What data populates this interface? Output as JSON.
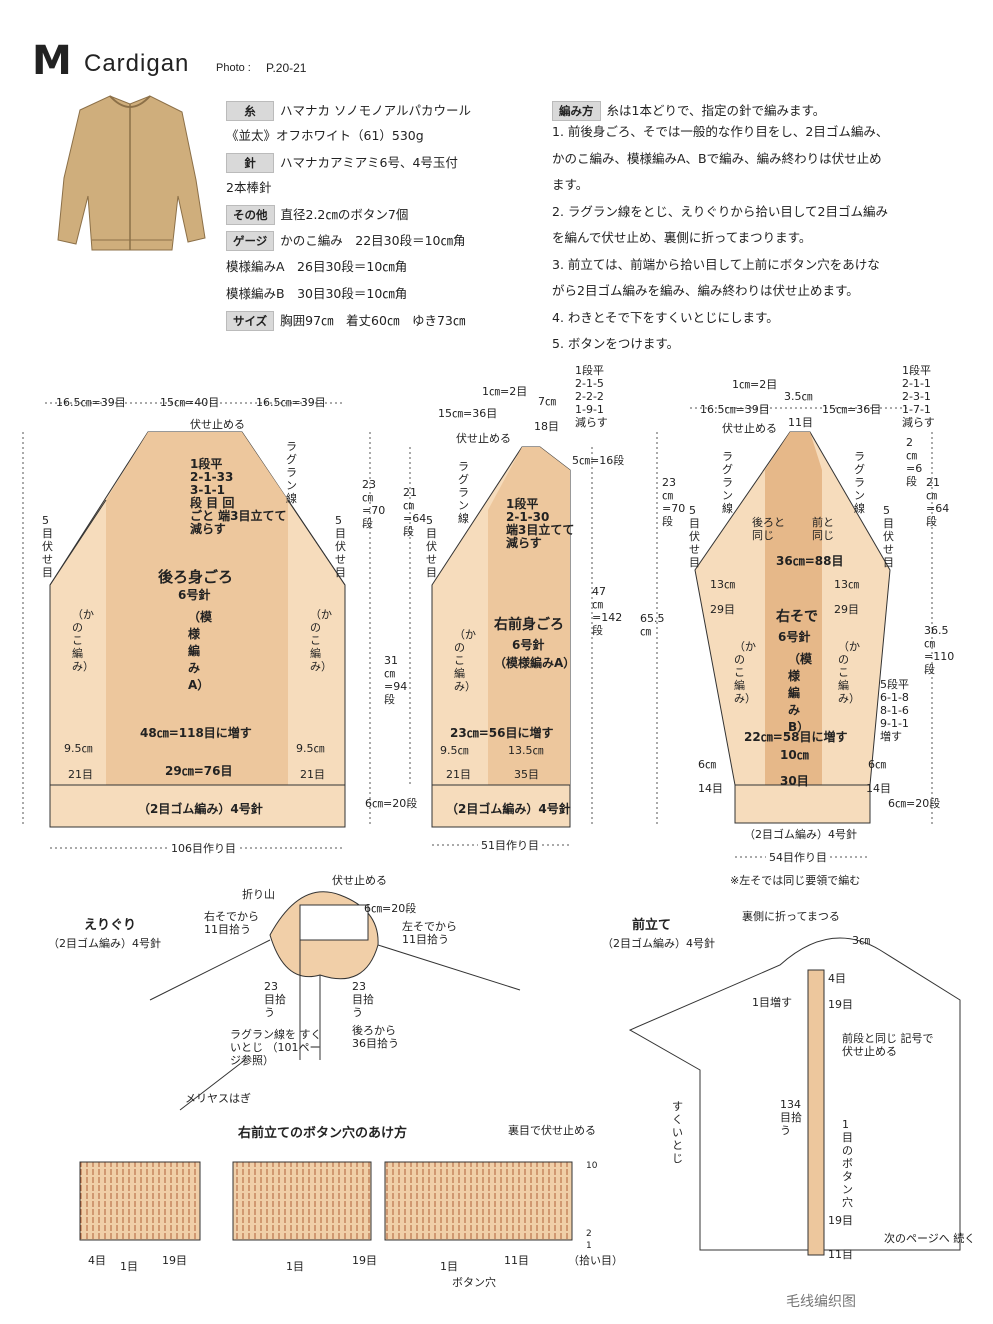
{
  "header": {
    "letter": "M",
    "name": "Cardigan",
    "photo_label": "Photo :",
    "photo_pages": "P.20-21"
  },
  "materials": {
    "yarn_tag": "糸",
    "yarn_line1": "ハマナカ ソノモノアルパカウール",
    "yarn_line2": "《並太》オフホワイト（61）530g",
    "needle_tag": "針",
    "needle_line1": "ハマナカアミアミ6号、4号玉付",
    "needle_line2": "2本棒針",
    "other_tag": "その他",
    "other_text": "直径2.2㎝のボタン7個",
    "gauge_tag": "ゲージ",
    "gauge_text": "かのこ編み　22目30段＝10㎝角",
    "gauge_a": "模様編みA　26目30段＝10㎝角",
    "gauge_b": "模様編みB　30目30段＝10㎝角",
    "size_tag": "サイズ",
    "size_text": "胸囲97㎝　着丈60㎝　ゆき73㎝"
  },
  "method": {
    "tag": "編み方",
    "intro": "糸は1本どりで、指定の針で編みます。",
    "lines": [
      "1. 前後身ごろ、そでは一般的な作り目をし、2目ゴム編み、",
      "かのこ編み、模様編みA、Bで編み、編み終わりは伏せ止め",
      "ます。",
      "2. ラグラン線をとじ、えりぐりから拾い目して2目ゴム編み",
      "を編んで伏せ止め、裏側に折ってまつります。",
      "3. 前立ては、前端から拾い目して上前にボタン穴をあけな",
      "がら2目ゴム編みを編み、編み終わりは伏せ止めます。",
      "4. わきとそで下をすくいとじにします。",
      "5. ボタンをつけます。"
    ]
  },
  "back": {
    "top_left": "16.5㎝=39目",
    "top_mid": "15㎝=40目",
    "top_right": "16.5㎝=39目",
    "bind_off": "伏せ止める",
    "raglan": "ラグラン線",
    "dec_lines": [
      "1段平",
      "2-1-33",
      "3-1-1",
      "段 目 回",
      "ごと 端3目立てて",
      "減らす"
    ],
    "left_side": "5目伏せ目",
    "right_side": "5目伏せ目",
    "name": "後ろ身ごろ",
    "needle": "6号針",
    "pattern": "（模様編みA）",
    "kanoko_left": "（かのこ編み）",
    "kanoko_right": "（かのこ編み）",
    "increase": "48㎝=118目に増す",
    "left_w1": "9.5㎝",
    "left_w2": "21目",
    "mid_w": "29㎝=76目",
    "right_w1": "9.5㎝",
    "right_w2": "21目",
    "rib": "（2目ゴム編み）4号針",
    "cast_on": "106目作り目",
    "h1": "23㎝=70段",
    "h2": "31㎝=94段",
    "h3": "6㎝=20段"
  },
  "front": {
    "top1": "1㎝=2目",
    "top2": "7㎝",
    "top3": "15㎝=36目",
    "top4": "18目",
    "dec_neck": [
      "1段平",
      "2-1-5",
      "2-2-2",
      "1-9-1",
      "減らす"
    ],
    "bind_off": "伏せ止める",
    "neck_h": "5㎝=16段",
    "raglan": "ラグラン線",
    "dec_lines": [
      "1段平",
      "2-1-30",
      "端3目立てて",
      "減らす"
    ],
    "side": "5目伏せ目",
    "name": "右前身ごろ",
    "needle": "6号針",
    "pattern": "（模様編みA）",
    "kanoko": "（かのこ編み）",
    "increase": "23㎝=56目に増す",
    "w1": "9.5㎝",
    "w2": "21目",
    "w3": "13.5㎝",
    "w4": "35目",
    "rib": "（2目ゴム編み）4号針",
    "cast_on": "51目作り目",
    "h1": "21㎝=64段",
    "h2": "47㎝=142段",
    "h3": "65.5㎝"
  },
  "sleeve": {
    "top1": "1㎝=2目",
    "top2": "3.5㎝",
    "top3": "16.5㎝=39目",
    "top4": "11目",
    "top5": "15㎝=36目",
    "dec_top": [
      "1段平",
      "2-1-1",
      "2-3-1",
      "1-7-1",
      "減らす"
    ],
    "bind_off": "伏せ止める",
    "raglan_l": "ラグラン線",
    "raglan_r": "ラグラン線",
    "back_same": "後ろと同じ",
    "front_same": "前と同じ",
    "side_l": "5目伏せ目",
    "side_r": "5目伏せ目",
    "upper": "36㎝=88目",
    "l_w1": "13㎝",
    "l_w2": "29目",
    "r_w1": "13㎝",
    "r_w2": "29目",
    "name": "右そで",
    "needle": "6号針",
    "pattern": "（模様編みB）",
    "kanoko_l": "（かのこ編み）",
    "kanoko_r": "（かのこ編み）",
    "inc": [
      "5段平",
      "6-1-8",
      "8-1-6",
      "9-1-1",
      "増す"
    ],
    "increase": "22㎝=58目に増す",
    "mid1": "10㎝",
    "mid2": "30目",
    "edge_l1": "6㎝",
    "edge_l2": "14目",
    "edge_r1": "6㎝",
    "edge_r2": "14目",
    "rib": "（2目ゴム編み）4号針",
    "cast_on": "54目作り目",
    "note": "※左そでは同じ要領で編む",
    "h1": "2㎝=6段",
    "h2": "21㎝=64段",
    "h3": "23㎝=70段",
    "h4": "36.5㎝=110段",
    "h5": "6㎝=20段"
  },
  "neck": {
    "title": "えりぐり",
    "sub": "（2目ゴム編み）4号針",
    "fold": "折り山",
    "bind_off": "伏せ止める",
    "height": "6㎝=20段",
    "r_sleeve": "右そでから 11目拾う",
    "l_sleeve": "左そでから 11目拾う",
    "pick_l": "23目拾う",
    "pick_r": "23目拾う",
    "raglan": "ラグラン線を すくいとじ （101ページ参照）",
    "back": "後ろから 36目拾う",
    "stockinette": "メリヤスはぎ"
  },
  "band": {
    "title": "前立て",
    "sub": "（2目ゴム編み）4号針",
    "fold": "裏側に折ってまつる",
    "w": "3㎝",
    "r1": "4目",
    "r2": "19目",
    "inc": "1目増す",
    "bind": "前段と同じ 記号で伏せ止める",
    "pick": "134目拾う",
    "hole": "1目のボタン穴",
    "r3": "19目",
    "r4": "11目",
    "seam": "すくいとじ",
    "next": "次のページへ 続く"
  },
  "buttonhole": {
    "title": "右前立てのボタン穴のあけ方",
    "bind": "裏目で伏せ止める",
    "labels": [
      "4目",
      "1目",
      "19目",
      "1目",
      "19目",
      "1目",
      "11目"
    ],
    "pick": "（拾い目）",
    "hole": "ボタン穴",
    "row10": "10",
    "row2": "2",
    "row1": "1"
  },
  "watermark": "毛线编织图",
  "colors": {
    "fill": "#f3d6b4",
    "center": "#e6b889",
    "line": "#333333"
  }
}
